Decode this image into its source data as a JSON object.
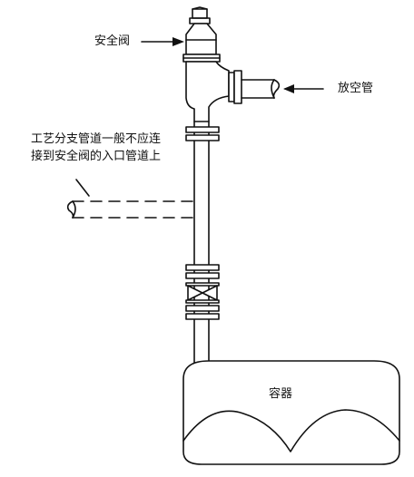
{
  "labels": {
    "safety_valve": "安全阀",
    "vent_pipe": "放空管",
    "branch_note_line1": "工艺分支管道一般不应连",
    "branch_note_line2": "接到安全阀的入口管道上",
    "vessel": "容器"
  },
  "watermark": "",
  "colors": {
    "line": "#111111",
    "background": "#ffffff"
  }
}
